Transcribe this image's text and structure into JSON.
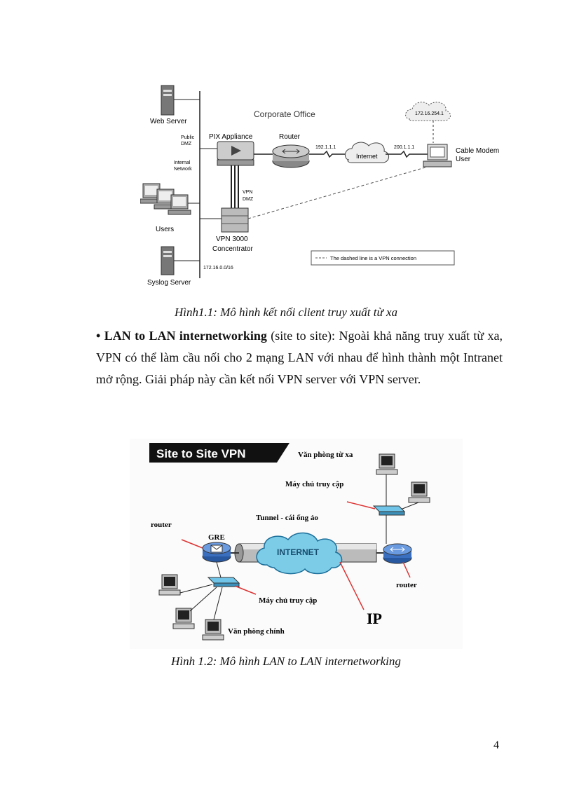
{
  "figure1": {
    "labels": {
      "web_server": "Web Server",
      "corporate_office": "Corporate Office",
      "public": "Public",
      "dmz": "DMZ",
      "internal": "Internal",
      "network": "Network",
      "pix": "PIX Appliance",
      "router": "Router",
      "ip1": "192.1.1.1",
      "internet": "Internet",
      "ip2": "200.1.1.1",
      "cloud_ip": "172.16.254.1",
      "cable1": "Cable Modem",
      "cable2": "User",
      "vpn": "VPN",
      "vpn_dmz": "DMZ",
      "users": "Users",
      "vpn3000_1": "VPN 3000",
      "vpn3000_2": "Concentrator",
      "legend": "The dashed line is a VPN connection",
      "subnet": "172.16.0.0/16",
      "syslog": "Syslog Server"
    }
  },
  "caption1": "Hình1.1: Mô hình kết nối client truy xuất từ xa",
  "bullet": {
    "marker": "•",
    "bold": "LAN to LAN internetworking",
    "rest": " (site to site): Ngoài khả năng truy xuất từ xa, VPN có thể làm cầu nối cho 2 mạng LAN với nhau để hình thành một Intranet mở rộng. Giải pháp này cần kết nối VPN server với VPN server."
  },
  "figure2": {
    "labels": {
      "title": "Site to Site VPN",
      "remote_office": "Văn phòng từ xa",
      "access_server_top": "Máy chủ truy cập",
      "router_left": "router",
      "gre": "GRE",
      "tunnel": "Tunnel - cái ống ảo",
      "internet": "INTERNET",
      "router_right": "router",
      "access_server_bottom": "Máy chủ truy cập",
      "ip": "IP",
      "main_office": "Văn phòng chính"
    }
  },
  "caption2": "Hình 1.2: Mô hình LAN to LAN internetworking",
  "page_number": "4"
}
